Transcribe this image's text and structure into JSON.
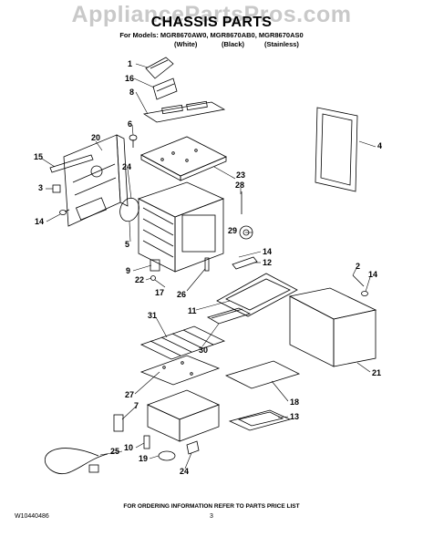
{
  "watermark": "AppliancePartsPros.com",
  "title": "CHASSIS PARTS",
  "models_line": "For Models: MGR8670AW0, MGR8670AB0, MGR8670AS0",
  "variants": [
    "(White)",
    "(Black)",
    "(Stainless)"
  ],
  "callouts": [
    "1",
    "16",
    "8",
    "6",
    "20",
    "15",
    "3",
    "14",
    "24",
    "5",
    "9",
    "22",
    "17",
    "26",
    "12",
    "14",
    "29",
    "28",
    "23",
    "4",
    "2",
    "14",
    "11",
    "31",
    "30",
    "27",
    "7",
    "25",
    "10",
    "19",
    "24",
    "13",
    "18",
    "21"
  ],
  "footer": {
    "ordering_note": "FOR ORDERING INFORMATION REFER TO PARTS PRICE LIST",
    "doc_number": "W10440486",
    "page_number": "3"
  }
}
